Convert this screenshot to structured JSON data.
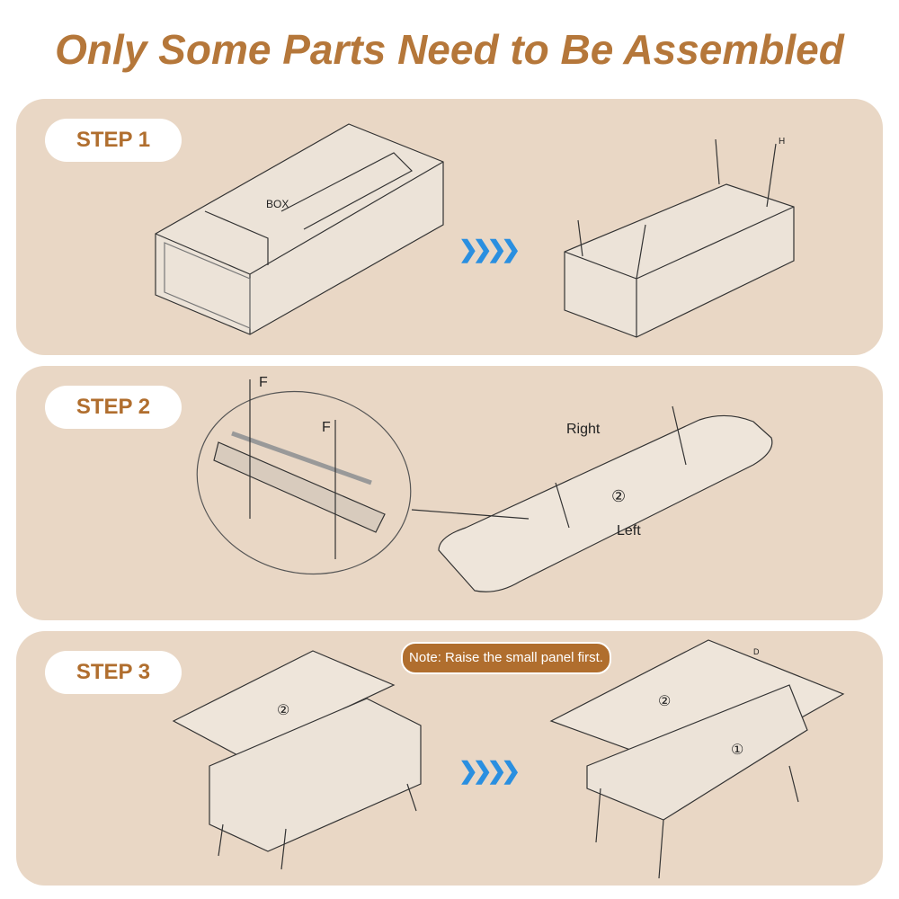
{
  "title": "Only Some Parts Need to Be Assembled",
  "steps": [
    {
      "label": "STEP 1",
      "box_label": "BOX",
      "part": "H"
    },
    {
      "label": "STEP 2",
      "part": "F",
      "right": "Right",
      "left": "Left",
      "panel_num": "②"
    },
    {
      "label": "STEP 3",
      "note": "Note: Raise the small panel first.",
      "panel_small": "②",
      "panel_large": "①",
      "part": "D"
    }
  ],
  "colors": {
    "title": "#b5773a",
    "panel": "#e9d7c5",
    "accent": "#b06e2e",
    "arrow": "#2a8fe0"
  }
}
